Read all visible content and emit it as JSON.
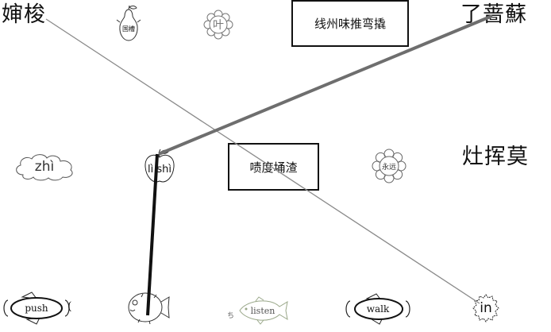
{
  "corner_words": {
    "top_left": "婶梭",
    "top_right": "了蔷蘇",
    "mid_right": "灶挥莫"
  },
  "boxes": {
    "top": "线州味推弯撬",
    "middle": "啧度埇渣"
  },
  "cards": {
    "pear": "国槽",
    "sunflower_top": "叶",
    "cloud": "zhì",
    "apple": "lì shì",
    "flower_mid": "永远",
    "fish_push": "push",
    "pufferfish": "",
    "fish_listen": "listen",
    "fish_walk": "walk",
    "badge_in": "in"
  },
  "colors": {
    "thin_line": "#8a8a8a",
    "thick_line": "#6e6e6e",
    "drawn_line": "#111111"
  }
}
